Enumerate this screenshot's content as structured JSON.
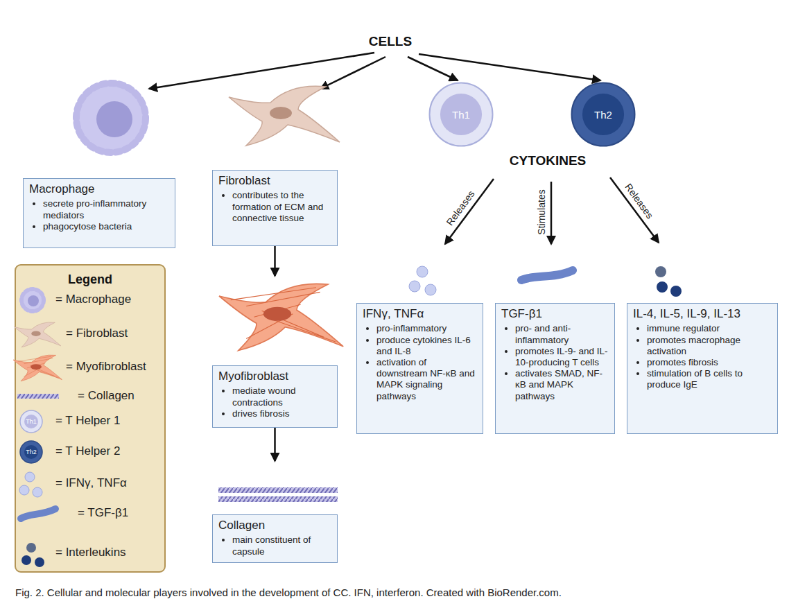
{
  "diagram": {
    "caption": "Fig. 2. Cellular and molecular players involved in the development of CC. IFN, interferon. Created with BioRender.com.",
    "nodes": [
      {
        "text": [
          "Macrophage",
          "secrete pro-inflammatory mediators",
          "phagocytose bacteria"
        ]
      },
      {
        "text": [
          "Fibroblast",
          "contributes to the formation of ECM and connective tissue"
        ]
      },
      {
        "text": [
          "Th1"
        ]
      },
      {
        "text": [
          "Th2"
        ]
      },
      {
        "text": [
          "Myofibroblast",
          "mediate wound contractions",
          "drives fibrosis"
        ]
      },
      {
        "text": [
          "Collagen",
          "main constituent of capsule"
        ]
      },
      {
        "text": [
          "IFNγ, TNFα",
          "pro-inflammatory",
          "produce cytokines IL-6 and IL-8",
          "activation of downstream NF-κB and MAPK signaling pathways"
        ]
      },
      {
        "text": [
          "TGF-β1",
          "pro- and anti-inflammatory",
          "promotes IL-9- and IL-10-producing T cells",
          "activates SMAD, NF-κB and MAPK pathways"
        ]
      },
      {
        "text": [
          "IL-4, IL-5, IL-9, IL-13",
          "immune regulator",
          "promotes macrophage activation",
          "promotes fibrosis",
          "stimulation of B cells to produce IgE"
        ]
      }
    ],
    "edges": [
      {
        "from": 1,
        "to": 4,
        "arrow": "to"
      },
      {
        "from": 4,
        "to": 5,
        "arrow": "to"
      }
    ],
    "labels": [
      "CELLS",
      "CYTOKINES",
      "Releases",
      "Stimulates",
      "Releases",
      "Legend",
      "Th1",
      "Th2"
    ],
    "legend": [
      {
        "text": "= Macrophage"
      },
      {
        "text": "= Fibroblast"
      },
      {
        "text": "= Myofibroblast"
      },
      {
        "text": "= Collagen"
      },
      {
        "text": "= T Helper 1"
      },
      {
        "text": "= T Helper 2"
      },
      {
        "text": "= IFNγ, TNFα"
      },
      {
        "text": "= TGF-β1"
      },
      {
        "text": "= Interleukins"
      }
    ]
  }
}
